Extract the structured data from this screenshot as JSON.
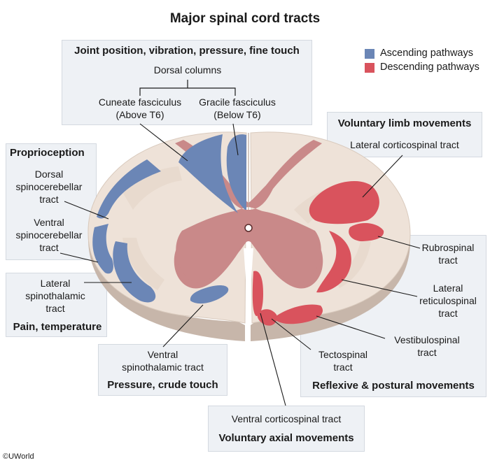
{
  "title": "Major spinal cord tracts",
  "legend": {
    "ascending": {
      "label": "Ascending pathways",
      "color": "#6b86b6"
    },
    "descending": {
      "label": "Descending pathways",
      "color": "#d9535d"
    }
  },
  "boxes": {
    "joint": {
      "heading": "Joint position, vibration, pressure, fine touch",
      "dorsal_columns": "Dorsal columns",
      "cuneate": "Cuneate fasciculus",
      "cuneate_level": "(Above T6)",
      "gracile": "Gracile fasciculus",
      "gracile_level": "(Below T6)"
    },
    "proprioception": {
      "heading": "Proprioception",
      "dorsal_1": "Dorsal",
      "dorsal_2": "spinocerebellar",
      "dorsal_3": "tract",
      "ventral_1": "Ventral",
      "ventral_2": "spinocerebellar",
      "ventral_3": "tract"
    },
    "pain": {
      "lateral_1": "Lateral",
      "lateral_2": "spinothalamic",
      "lateral_3": "tract",
      "heading": "Pain, temperature"
    },
    "pressure": {
      "line_1": "Ventral",
      "line_2": "spinothalamic tract",
      "heading": "Pressure, crude touch"
    },
    "voluntary_limb": {
      "heading": "Voluntary limb movements",
      "tract": "Lateral corticospinal tract"
    },
    "reflexive": {
      "rubro_1": "Rubrospinal",
      "rubro_2": "tract",
      "retic_1": "Lateral",
      "retic_2": "reticulospinal",
      "retic_3": "tract",
      "vestib_1": "Vestibulospinal",
      "vestib_2": "tract",
      "tecto_1": "Tectospinal",
      "tecto_2": "tract",
      "heading": "Reflexive & postural movements"
    },
    "axial": {
      "tract": "Ventral corticospinal tract",
      "heading": "Voluntary axial movements"
    }
  },
  "copyright": "©UWorld"
}
